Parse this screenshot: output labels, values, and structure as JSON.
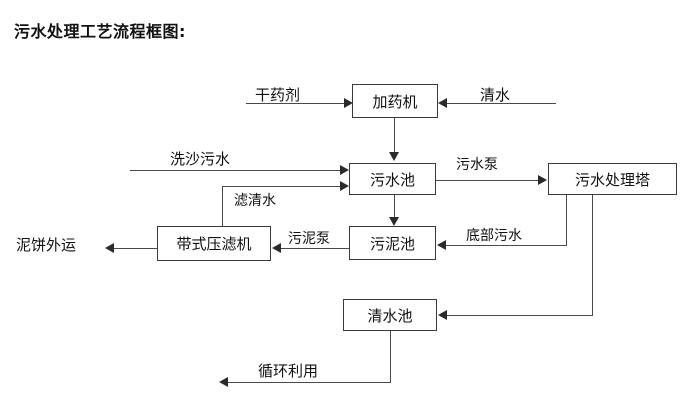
{
  "title": "污水处理工艺流程框图:",
  "nodes": {
    "dosing_machine": "加药机",
    "sewage_pool": "污水池",
    "treatment_tower": "污水处理塔",
    "belt_filter_press": "带式压滤机",
    "sludge_pool": "污泥池",
    "clean_water_pool": "清水池"
  },
  "inputs": {
    "dry_chemical": "干药剂",
    "clean_water": "清水",
    "sand_wash_sewage": "洗沙污水"
  },
  "outputs": {
    "mud_cake_transport": "泥饼外运",
    "recycling": "循环利用"
  },
  "edge_labels": {
    "filtered_water": "滤清水",
    "sewage_pump": "污水泵",
    "sludge_pump": "污泥泵",
    "bottom_sewage": "底部污水"
  },
  "colors": {
    "line": "#4a4a4a",
    "box_border": "#3a3a3a",
    "text": "#111111",
    "background": "#ffffff"
  }
}
